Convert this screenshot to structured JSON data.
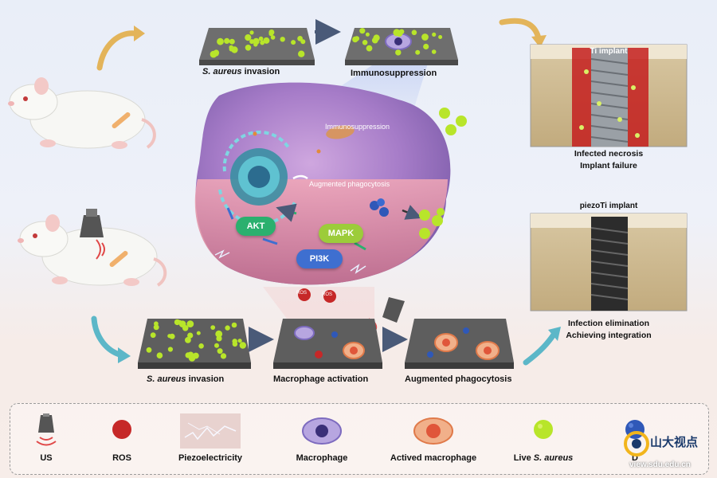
{
  "top_row": {
    "invasion_label_species": "S. aureus",
    "invasion_label_rest": " invasion",
    "immunosuppression_label": "Immunosuppression"
  },
  "bottom_row": {
    "invasion_label_species": "S. aureus",
    "invasion_label_rest": " invasion",
    "activation_label": "Macrophage activation",
    "phagocytosis_label": "Augmented phagocytosis"
  },
  "cell": {
    "immunosuppression_text": "Immunosuppression",
    "augmented_text": "Augmented phagocytosis",
    "pathways": [
      "AKT",
      "MAPK",
      "PI3K"
    ],
    "ros_badge": "ROS"
  },
  "right_panels": {
    "ti_title": "Ti implant",
    "ti_caption_1": "Infected necrosis",
    "ti_caption_2": "Implant failure",
    "piezo_title": "piezoTi implant",
    "piezo_caption_1": "Infection elimination",
    "piezo_caption_2": "Achieving integration"
  },
  "legend": [
    {
      "label": "US",
      "icon": "ultrasound-probe-icon"
    },
    {
      "label": "ROS",
      "icon": "ros-icon"
    },
    {
      "label": "Piezoelectricity",
      "icon": "piezoelectricity-icon"
    },
    {
      "label": "Macrophage",
      "icon": "macrophage-icon"
    },
    {
      "label": "Actived macrophage",
      "icon": "activated-macrophage-icon"
    },
    {
      "label_species": "Live ",
      "label_italic": "S. aureus",
      "icon": "live-bacteria-icon"
    },
    {
      "label": "D",
      "icon": "dead-bacteria-icon"
    }
  ],
  "watermark": {
    "brand": "山大视点",
    "url": "view.sdu.edu.cn"
  },
  "colors": {
    "bacteria": "#b8e52a",
    "ti_infection": "#d42020",
    "pathway_akt": "#2bb06e",
    "pathway_mapk": "#9ccc3a",
    "pathway_pi3k": "#3e6fd0",
    "ros": "#c62828"
  }
}
